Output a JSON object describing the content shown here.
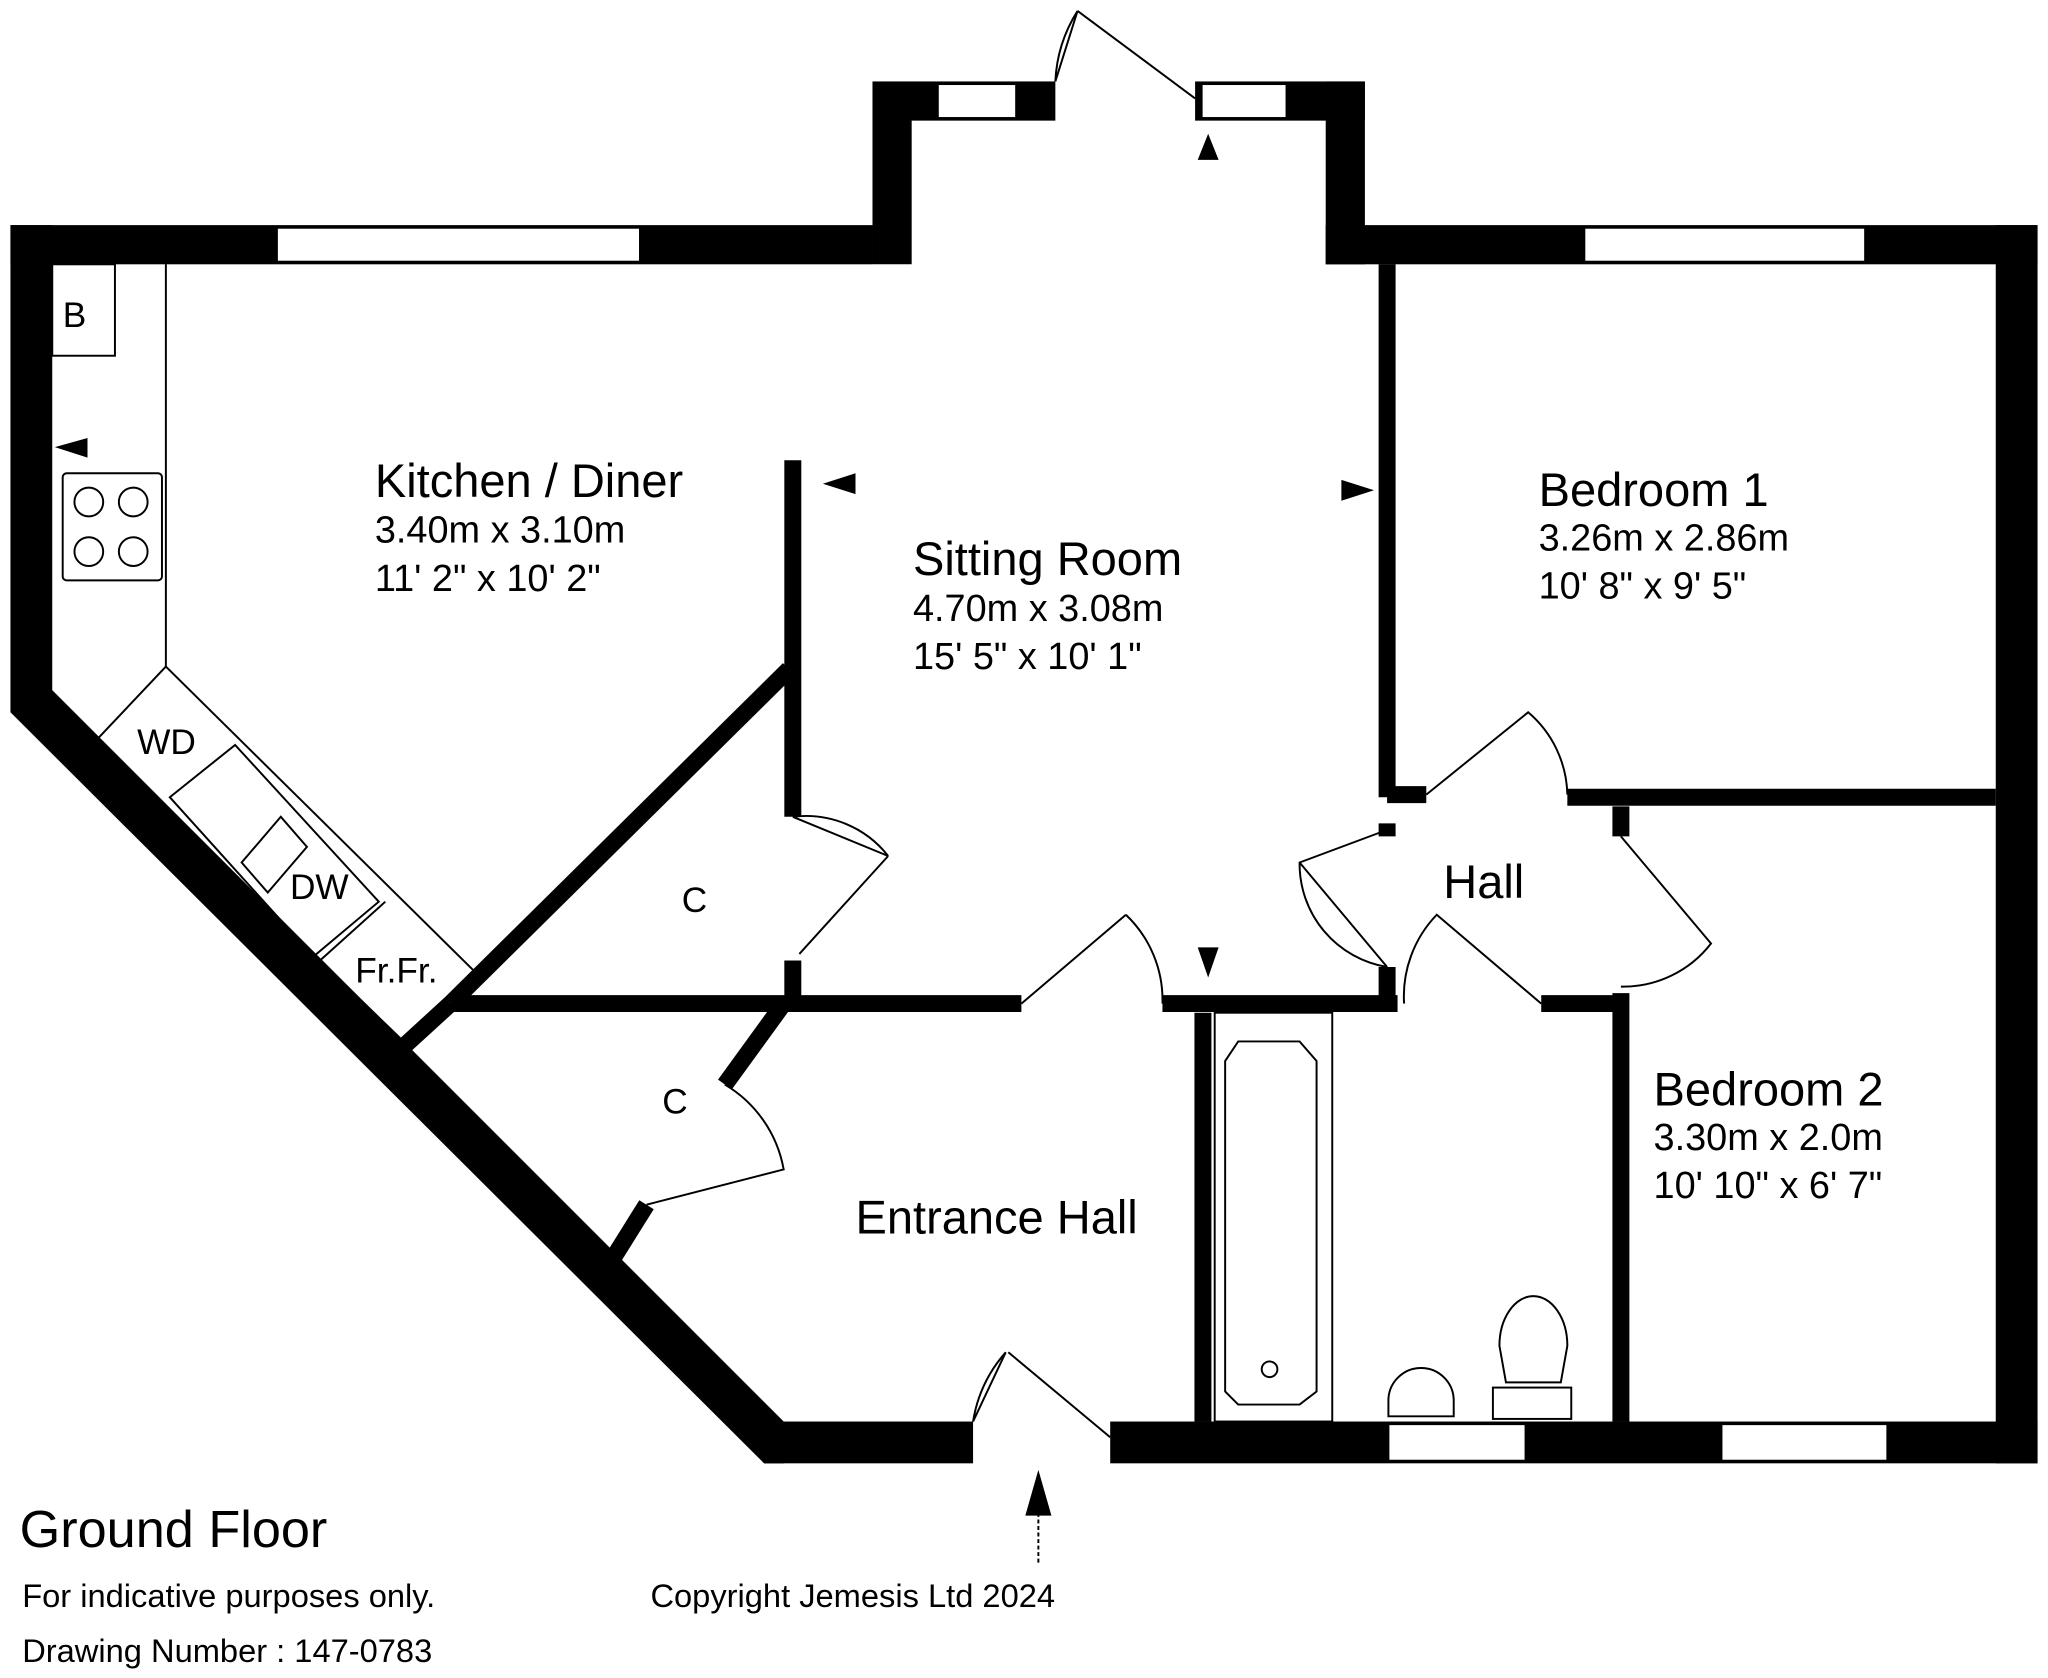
{
  "rooms": {
    "kitchen": {
      "name": "Kitchen / Diner",
      "metric": "3.40m x 3.10m",
      "imperial": "11' 2\" x 10' 2\""
    },
    "sitting": {
      "name": "Sitting Room",
      "metric": "4.70m x 3.08m",
      "imperial": "15' 5\" x 10' 1\""
    },
    "bedroom1": {
      "name": "Bedroom 1",
      "metric": "3.26m x 2.86m",
      "imperial": "10' 8\" x 9' 5\""
    },
    "bedroom2": {
      "name": "Bedroom 2",
      "metric": "3.30m x 2.0m",
      "imperial": "10' 10\" x 6' 7\""
    },
    "hall": {
      "name": "Hall"
    },
    "entrance": {
      "name": "Entrance Hall"
    }
  },
  "fixtures": {
    "boiler": "B",
    "washer_dryer": "WD",
    "dishwasher": "DW",
    "fridge_freezer": "Fr.Fr.",
    "cupboard1": "C",
    "cupboard2": "C"
  },
  "footer": {
    "floor": "Ground Floor",
    "disclaimer": "For indicative purposes only.",
    "drawing_number": "Drawing Number : 147-0783",
    "copyright": "Copyright Jemesis Ltd 2024"
  }
}
